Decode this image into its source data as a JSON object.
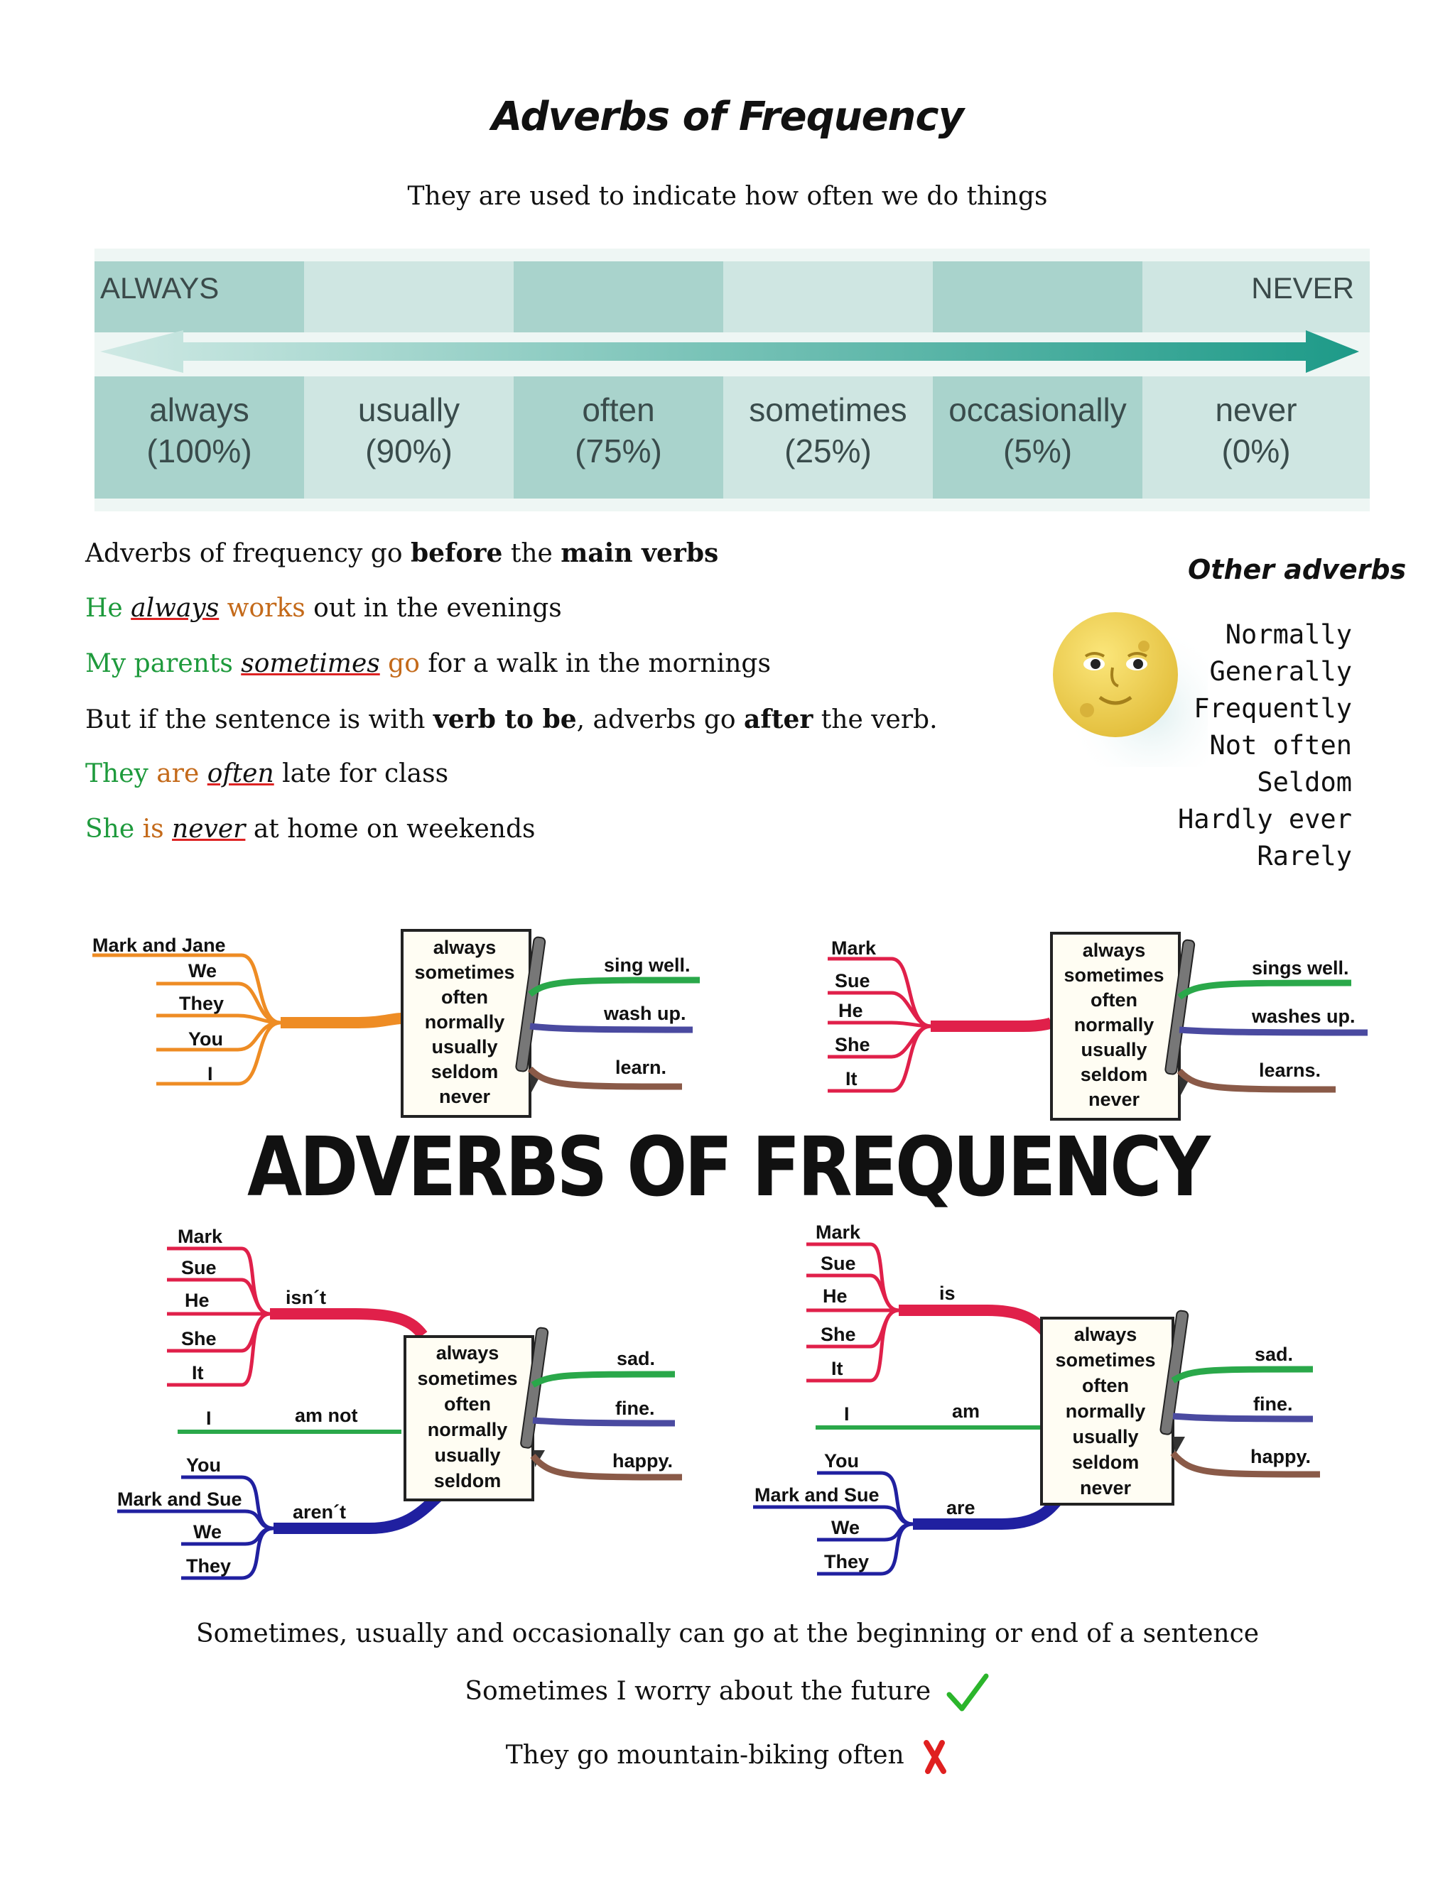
{
  "title": "Adverbs of Frequency",
  "subtitle": "They are used to indicate how often we do things",
  "scale": {
    "left_label": "ALWAYS",
    "right_label": "NEVER",
    "items": [
      {
        "word": "always",
        "percent": "(100%)"
      },
      {
        "word": "usually",
        "percent": "(90%)"
      },
      {
        "word": "often",
        "percent": "(75%)"
      },
      {
        "word": "sometimes",
        "percent": "(25%)"
      },
      {
        "word": "occasionally",
        "percent": "(5%)"
      },
      {
        "word": "never",
        "percent": "(0%)"
      }
    ]
  },
  "rule1": {
    "a": "Adverbs of frequency go ",
    "b": "before",
    "c": " the ",
    "d": "main verbs"
  },
  "ex1": {
    "subject": "He ",
    "adverb": "always",
    "verb": " works",
    "rest": " out in the evenings"
  },
  "ex2": {
    "subject": "My parents ",
    "adverb": "sometimes",
    "verb": " go",
    "rest": " for a walk in the mornings"
  },
  "rule2": {
    "a": "But if the sentence is with ",
    "b": "verb to be",
    "c": ", adverbs go ",
    "d": "after",
    "e": " the verb."
  },
  "ex3": {
    "subject": "They ",
    "verb": "are ",
    "adverb": "often",
    "rest": " late for class"
  },
  "ex4": {
    "subject": "She ",
    "verb": "is ",
    "adverb": "never",
    "rest": " at home on weekends"
  },
  "other": {
    "title": "Other adverbs",
    "items": [
      "Normally",
      "Generally",
      "Frequently",
      "Not often",
      "Seldom",
      "Hardly ever",
      "Rarely"
    ]
  },
  "mindmaps": {
    "poster_title": "ADVERBS OF FREQUENCY",
    "tl": {
      "subjects": [
        "Mark and Jane",
        "We",
        "They",
        "You",
        "I"
      ],
      "adverbs": [
        "always",
        "sometimes",
        "often",
        "normally",
        "usually",
        "seldom",
        "never"
      ],
      "verbs": [
        "sing well.",
        "wash up.",
        "learn."
      ]
    },
    "tr": {
      "subjects": [
        "Mark",
        "Sue",
        "He",
        "She",
        "It"
      ],
      "adverbs": [
        "always",
        "sometimes",
        "often",
        "normally",
        "usually",
        "seldom",
        "never"
      ],
      "verbs": [
        "sings well.",
        "washes up.",
        "learns."
      ]
    },
    "bl": {
      "subjects_top": [
        "Mark",
        "Sue",
        "He",
        "She",
        "It"
      ],
      "subject_mid": "I",
      "subjects_bot": [
        "You",
        "Mark and Sue",
        "We",
        "They"
      ],
      "verb_top": "isn´t",
      "verb_mid": "am not",
      "verb_bot": "aren´t",
      "adverbs": [
        "always",
        "sometimes",
        "often",
        "normally",
        "usually",
        "seldom"
      ],
      "adjectives": [
        "sad.",
        "fine.",
        "happy."
      ]
    },
    "br": {
      "subjects_top": [
        "Mark",
        "Sue",
        "He",
        "She",
        "It"
      ],
      "subject_mid": "I",
      "subjects_bot": [
        "You",
        "Mark and Sue",
        "We",
        "They"
      ],
      "verb_top": "is",
      "verb_mid": "am",
      "verb_bot": "are",
      "adverbs": [
        "always",
        "sometimes",
        "often",
        "normally",
        "usually",
        "seldom",
        "never"
      ],
      "adjectives": [
        "sad.",
        "fine.",
        "happy."
      ]
    }
  },
  "footer": {
    "note": "Sometimes, usually and occasionally can go at the beginning or end of a sentence",
    "correct": "Sometimes I worry about the future",
    "incorrect": "They go mountain-biking often",
    "colors": {
      "check": "#2bb52b",
      "cross": "#e02020"
    }
  }
}
